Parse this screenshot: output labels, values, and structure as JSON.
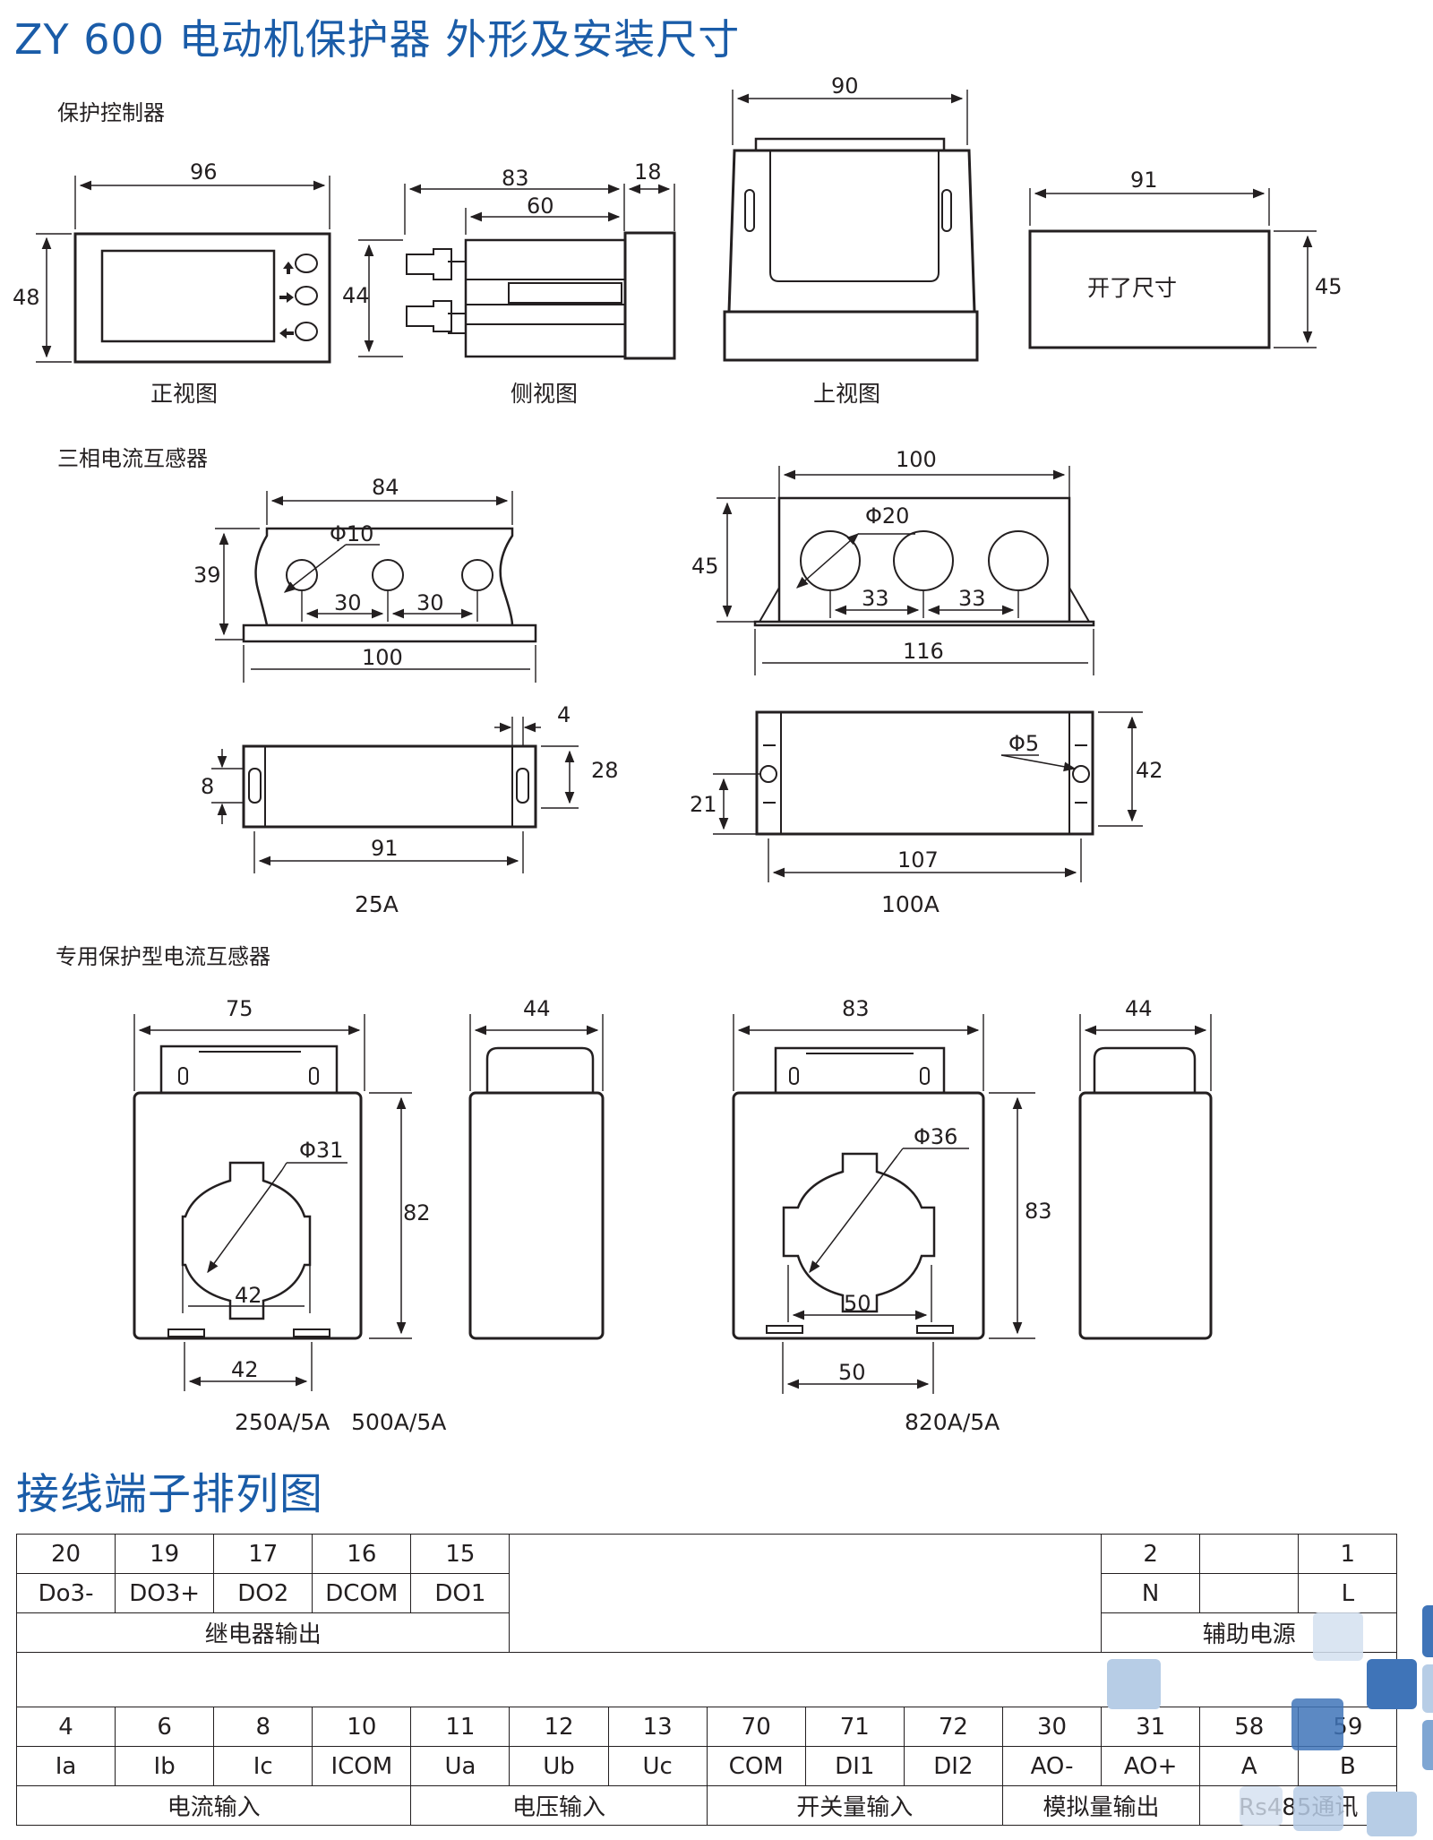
{
  "titles": {
    "main": "ZY 600  电动机保护器 外形及安装尺寸",
    "wiring": "接线端子排列图"
  },
  "section_labels": {
    "controller": "保护控制器",
    "three_phase_ct": "三相电流互感器",
    "protection_ct": "专用保护型电流互感器"
  },
  "views": {
    "front": "正视图",
    "side": "侧视图",
    "top": "上视图",
    "cutout": "开了尺寸"
  },
  "dims": {
    "front_w": "96",
    "front_h": "48",
    "side_total": "83",
    "side_body": "60",
    "side_front": "18",
    "side_h": "44",
    "top_w": "90",
    "cut_w": "91",
    "cut_h": "45",
    "ct25_top": "84",
    "ct25_h": "39",
    "ct25_hole": "Φ10",
    "ct25_pitch1": "30",
    "ct25_pitch2": "30",
    "ct25_base": "100",
    "ct25b_slot": "4",
    "ct25b_h": "28",
    "ct25b_hole": "8",
    "ct25b_w": "91",
    "ct100_top": "100",
    "ct100_h": "45",
    "ct100_hole": "Φ20",
    "ct100_pitch1": "33",
    "ct100_pitch2": "33",
    "ct100_base": "116",
    "ct100b_hole": "Φ5",
    "ct100b_h": "42",
    "ct100b_mid": "21",
    "ct100b_w": "107",
    "p1_w": "75",
    "p1_depth": "44",
    "p1_h": "82",
    "p1_hole": "Φ31",
    "p1_inner": "42",
    "p1_mount": "42",
    "p2_w": "83",
    "p2_depth": "44",
    "p2_h": "83",
    "p2_hole": "Φ36",
    "p2_inner": "50",
    "p2_mount": "50"
  },
  "ratings": {
    "ct25": "25A",
    "ct100": "100A",
    "p1": "250A/5A   500A/5A",
    "p2": "820A/5A"
  },
  "terminals": {
    "top_numbers": [
      "20",
      "19",
      "17",
      "16",
      "15",
      "2",
      "",
      "1"
    ],
    "top_names": [
      "Do3-",
      "DO3+",
      "DO2",
      "DCOM",
      "DO1",
      "N",
      "",
      "L"
    ],
    "top_groups": [
      "继电器输出",
      "辅助电源"
    ],
    "bottom_numbers": [
      "4",
      "6",
      "8",
      "10",
      "11",
      "12",
      "13",
      "70",
      "71",
      "72",
      "30",
      "31",
      "58",
      "59"
    ],
    "bottom_names": [
      "Ia",
      "Ib",
      "Ic",
      "ICOM",
      "Ua",
      "Ub",
      "Uc",
      "COM",
      "DI1",
      "DI2",
      "AO-",
      "AO+",
      "A",
      "B"
    ],
    "bottom_groups": [
      "电流输入",
      "电压输入",
      "开关量输入",
      "模拟量输出",
      "Rs485通讯"
    ]
  },
  "colors": {
    "title_blue": "#1a5ca8",
    "line": "#231f20",
    "deco_light": "#b7cde6",
    "deco_mid": "#7fa6d3",
    "deco_dark": "#3f74b8"
  }
}
